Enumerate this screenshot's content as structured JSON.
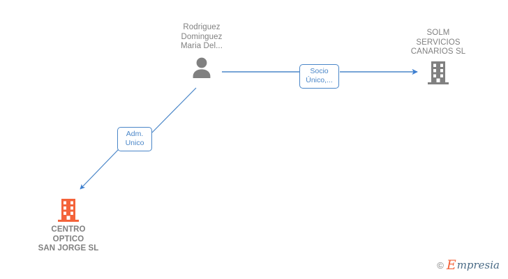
{
  "diagram": {
    "type": "corporate-relationship-graph",
    "background_color": "#ffffff",
    "edge_color": "#4a86c8",
    "nodes": [
      {
        "id": "person",
        "kind": "person",
        "icon": "person-icon",
        "label": "Rodriguez\nDominguez\nMaria Del...",
        "color": "#808080",
        "bold": false
      },
      {
        "id": "solm",
        "kind": "company",
        "icon": "building-icon",
        "label": "SOLM\nSERVICIOS\nCANARIOS SL",
        "color": "#808080",
        "bold": false
      },
      {
        "id": "centro",
        "kind": "company",
        "icon": "building-icon",
        "label": "CENTRO\nOPTICO\nSAN JORGE SL",
        "color": "#f4633a",
        "bold": true
      }
    ],
    "edges": [
      {
        "id": "socio",
        "from": "person",
        "to": "solm",
        "label": "Socio\nÚnico,...",
        "color": "#4a86c8"
      },
      {
        "id": "adm",
        "from": "person",
        "to": "centro",
        "label": "Adm.\nUnico",
        "color": "#4a86c8"
      }
    ]
  },
  "watermark": {
    "copyright": "©",
    "brand_initial": "E",
    "brand_rest": "mpresia"
  }
}
